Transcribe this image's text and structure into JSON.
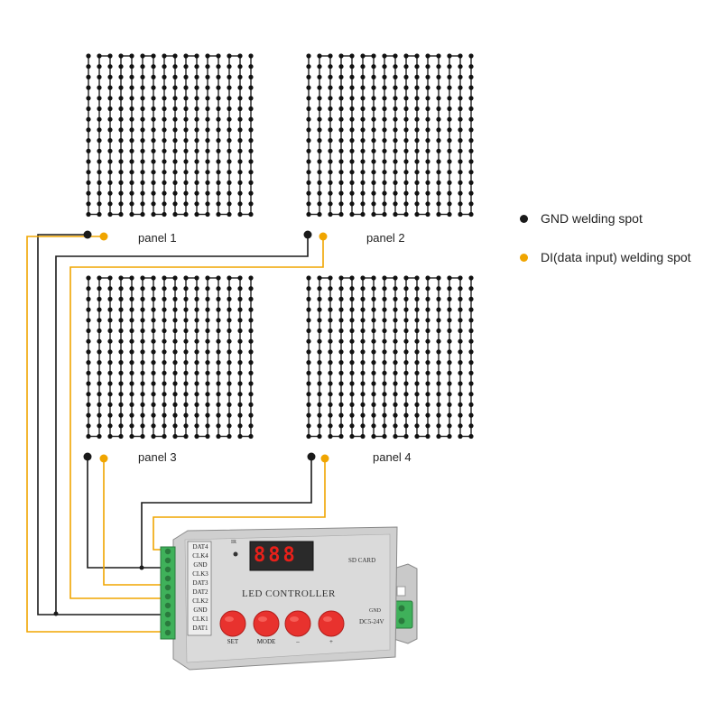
{
  "legend": {
    "gnd": {
      "label": "GND welding spot",
      "color": "#1a1a1a"
    },
    "di": {
      "label": "DI(data input) welding spot",
      "color": "#f0a500"
    }
  },
  "panels": [
    {
      "label": "panel 1"
    },
    {
      "label": "panel 2"
    },
    {
      "label": "panel 3"
    },
    {
      "label": "panel 4"
    }
  ],
  "controller": {
    "title": "LED CONTROLLER",
    "display": "888",
    "ir_label": "IR",
    "sd_label": "SD CARD",
    "gnd_label": "GND",
    "power_label": "DC5-24V",
    "terminals": [
      "DAT4",
      "CLK4",
      "GND",
      "CLK3",
      "DAT3",
      "DAT2",
      "CLK2",
      "GND",
      "CLK1",
      "DAT1"
    ],
    "buttons": [
      "SET",
      "MODE",
      "–",
      "+"
    ]
  },
  "colors": {
    "wire_gnd": "#1a1a1a",
    "wire_di": "#f0a500",
    "button": "#e8322e",
    "display_digit": "#e8201a"
  }
}
